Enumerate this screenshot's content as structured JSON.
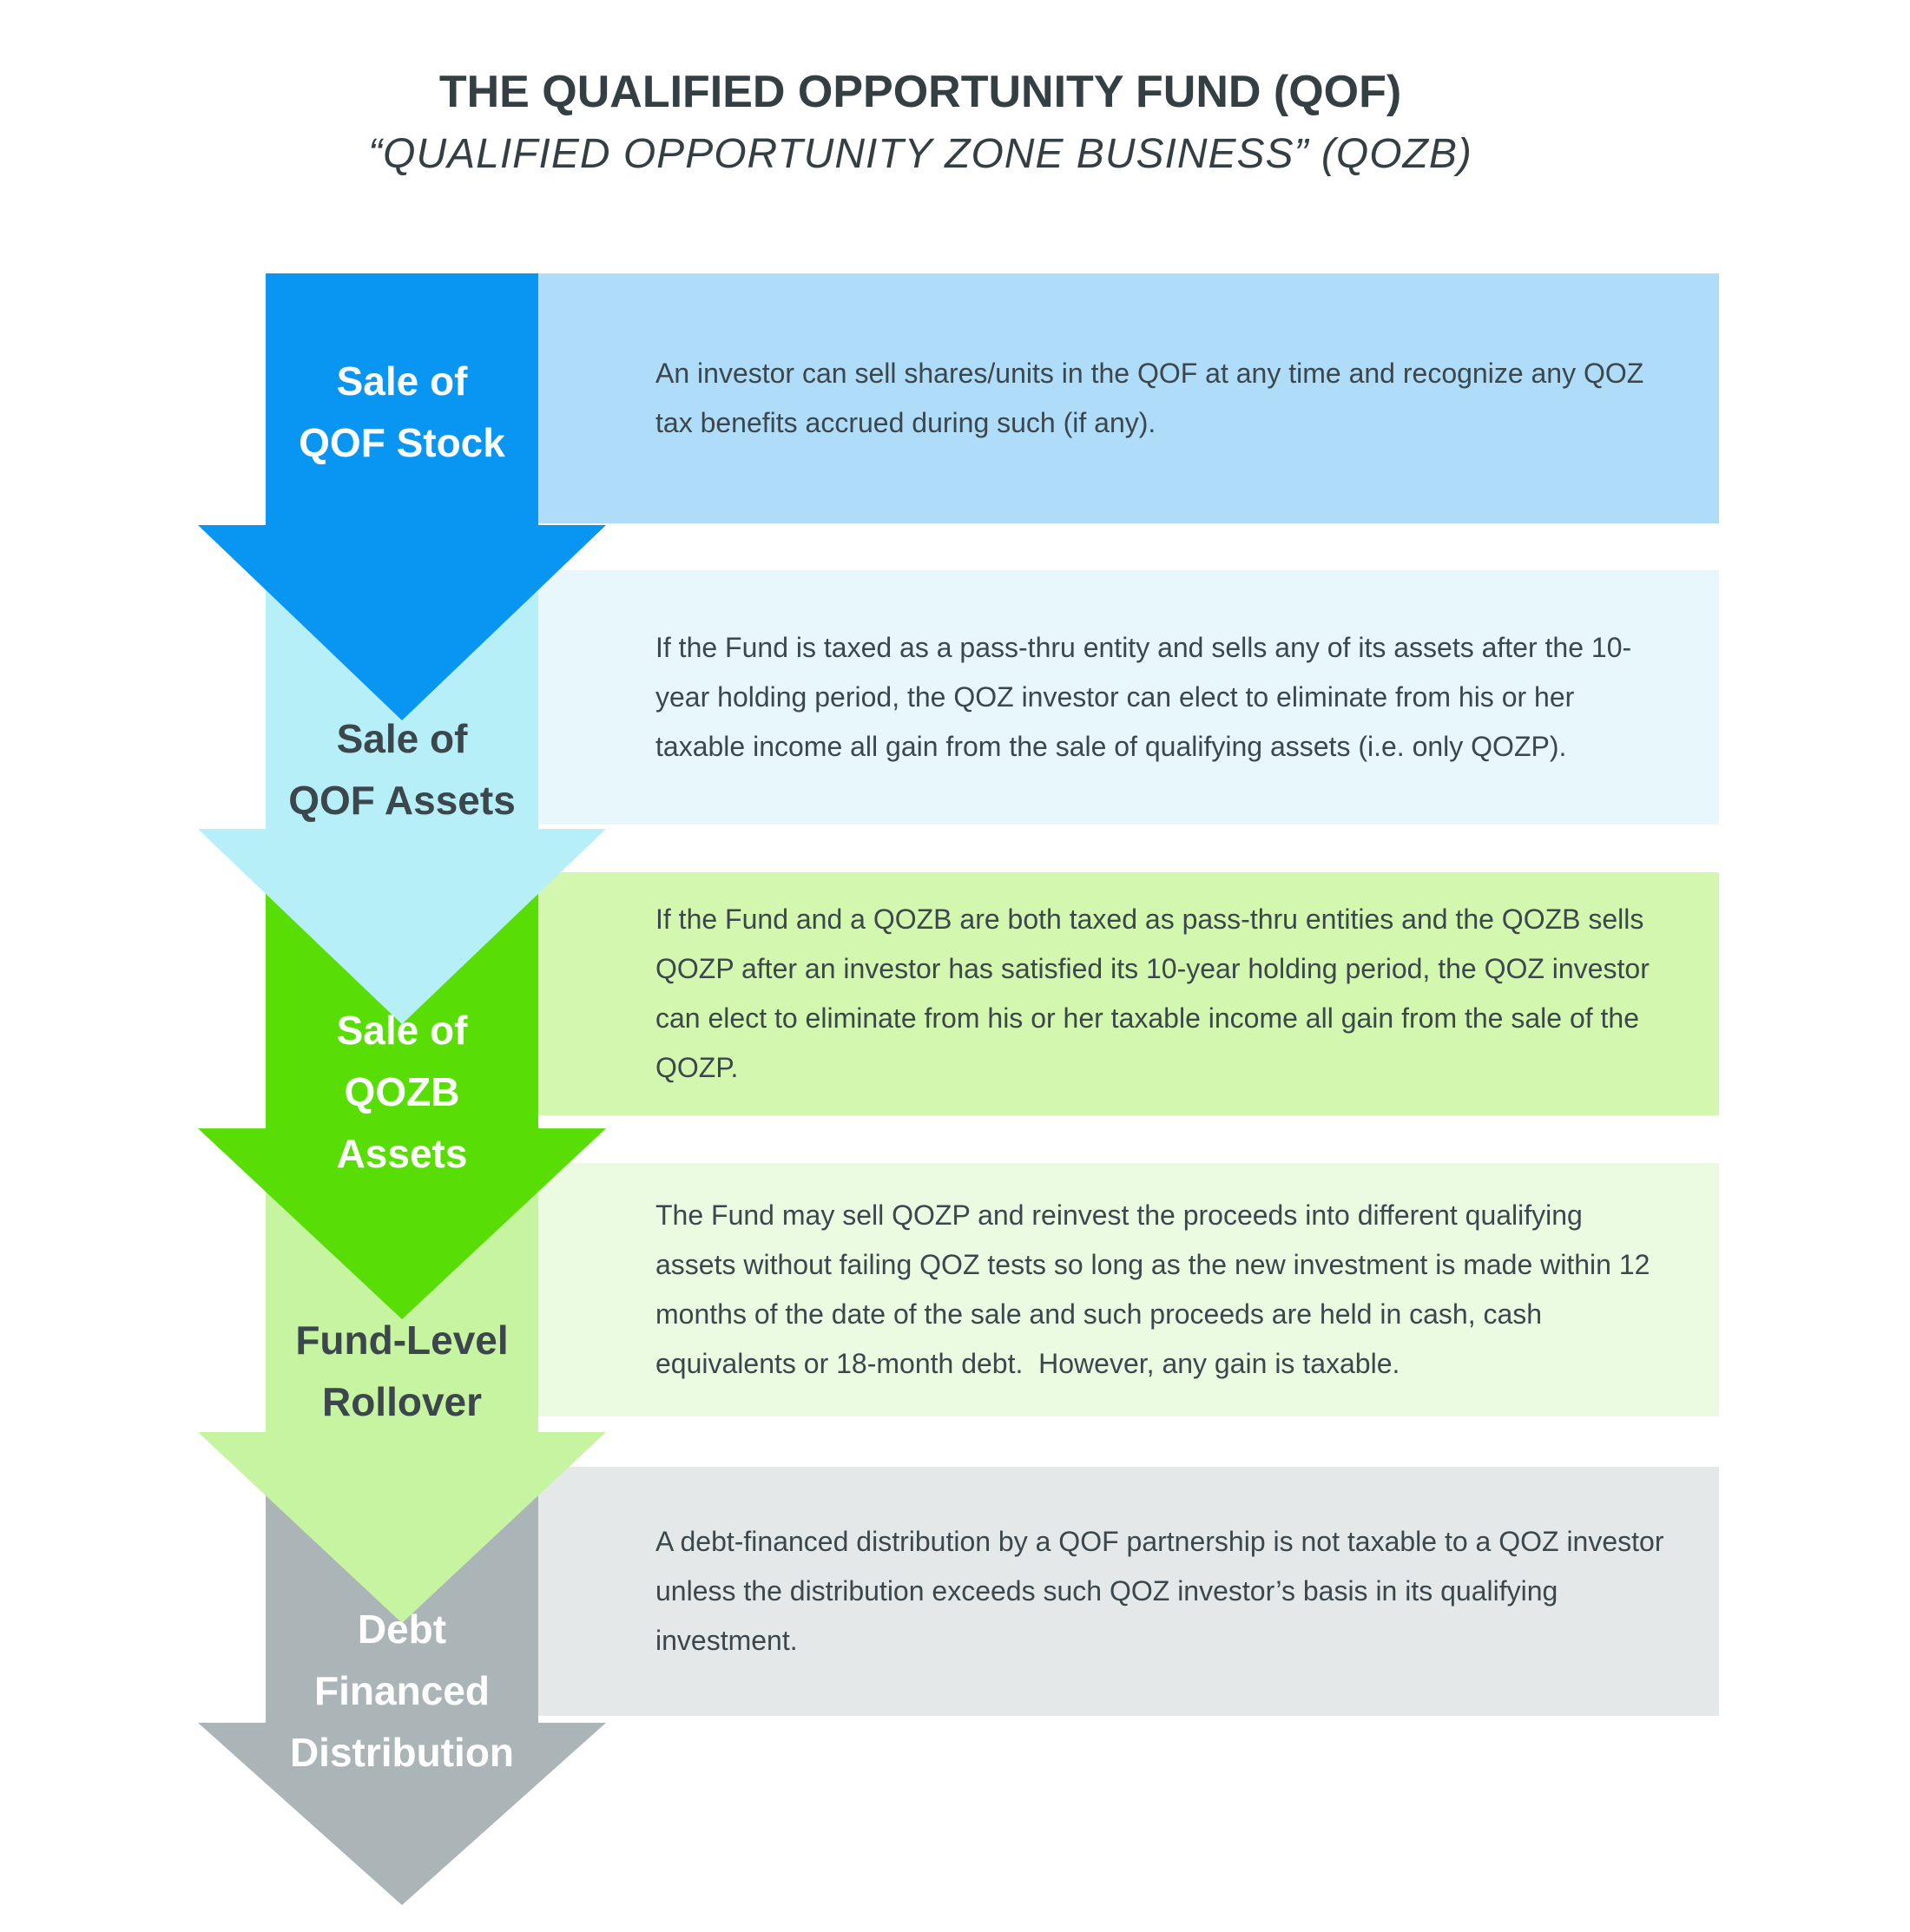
{
  "title": "THE QUALIFIED OPPORTUNITY FUND (QOF)",
  "subtitle": "“QUALIFIED OPPORTUNITY ZONE BUSINESS” (QOZB)",
  "colors": {
    "title_text": "#343f43",
    "body_text": "#3b474c",
    "background": "#ffffff"
  },
  "rows": [
    {
      "label_lines": [
        "Sale of",
        "QOF Stock"
      ],
      "label_color": "#ffffff",
      "arrow_color": "#0995f2",
      "panel_color": "#afdcf8",
      "text": "An investor can sell shares/units in the QOF at any time and recognize any QOZ tax benefits accrued during such (if any)."
    },
    {
      "label_lines": [
        "Sale of",
        "QOF Assets"
      ],
      "label_color": "#3b474c",
      "arrow_color": "#b7eff8",
      "panel_color": "#e7f7fb",
      "text": "If the Fund is taxed as a pass-thru entity and sells any of its assets after the 10-year holding period, the QOZ investor can elect to eliminate from his or her taxable income all gain from the sale of qualifying assets (i.e. only QOZP)."
    },
    {
      "label_lines": [
        "Sale of",
        "QOZB",
        "Assets"
      ],
      "label_color": "#ffffff",
      "arrow_color": "#58de04",
      "panel_color": "#d3f7ae",
      "text": "If the Fund and a QOZB are both taxed as pass-thru entities and the QOZB sells QOZP after an investor has satisfied its 10-year holding period, the QOZ investor can elect to eliminate from his or her taxable income all gain from the sale of the QOZP."
    },
    {
      "label_lines": [
        "Fund-Level",
        "Rollover"
      ],
      "label_color": "#3b474c",
      "arrow_color": "#c7f4a1",
      "panel_color": "#eafbe1",
      "text": "The Fund may sell QOZP and reinvest the proceeds into different qualifying assets without failing QOZ tests so long as the new investment is made within 12 months of the date of the sale and such proceeds are held in cash, cash equivalents or 18-month debt.  However, any gain is taxable."
    },
    {
      "label_lines": [
        "Debt",
        "Financed",
        "Distribution"
      ],
      "label_color": "#ffffff",
      "arrow_color": "#abb5b8",
      "panel_color": "#e5e8e9",
      "text": "A debt-financed distribution by a QOF partnership is not taxable to a QOZ investor unless the distribution exceeds such QOZ investor’s basis in its qualifying investment."
    }
  ]
}
